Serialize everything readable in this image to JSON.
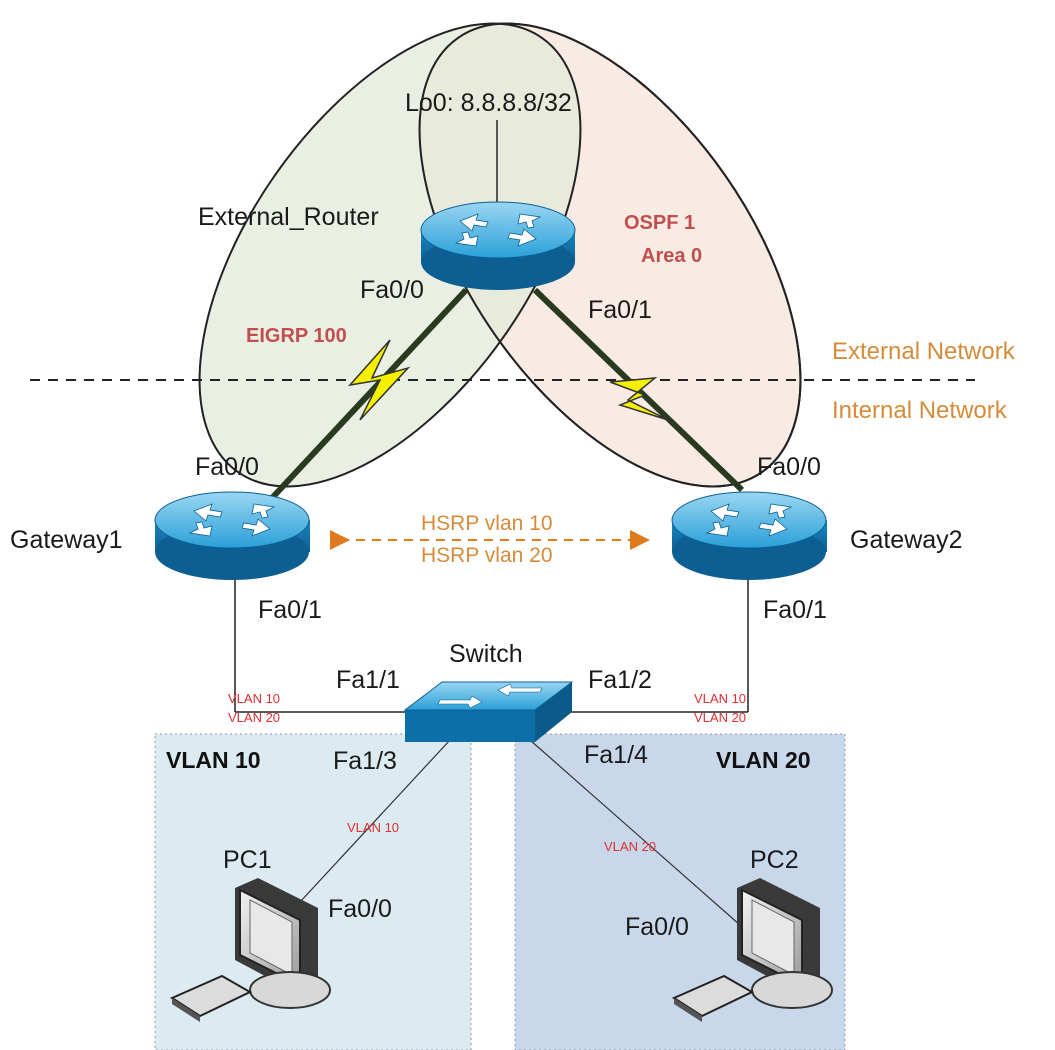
{
  "labels": {
    "loopback": "Lo0: 8.8.8.8/32",
    "external_router": "External_Router",
    "ext_fa00": "Fa0/0",
    "ext_fa01": "Fa0/1",
    "ospf": "OSPF  1",
    "ospf_area": "Area 0",
    "eigrp": "EIGRP 100",
    "external_network": "External Network",
    "internal_network": "Internal Network",
    "gw1_name": "Gateway1",
    "gw1_fa00": "Fa0/0",
    "gw1_fa01": "Fa0/1",
    "gw2_name": "Gateway2",
    "gw2_fa00": "Fa0/0",
    "gw2_fa01": "Fa0/1",
    "hsrp10": "HSRP vlan 10",
    "hsrp20": "HSRP vlan 20",
    "switch_name": "Switch",
    "sw_fa11": "Fa1/1",
    "sw_fa12": "Fa1/2",
    "sw_fa13": "Fa1/3",
    "sw_fa14": "Fa1/4",
    "trunk_left_vlan10": "VLAN 10",
    "trunk_left_vlan20": "VLAN 20",
    "trunk_right_vlan10": "VLAN 10",
    "trunk_right_vlan20": "VLAN 20",
    "vlan10_box": "VLAN 10",
    "vlan20_box": "VLAN 20",
    "pc1_link_vlan": "VLAN 10",
    "pc2_link_vlan": "VLAN 20",
    "pc1_name": "PC1",
    "pc1_fa00": "Fa0/0",
    "pc2_name": "PC2",
    "pc2_fa00": "Fa0/0"
  },
  "colors": {
    "eigrp_area": "#e3e9d9",
    "ospf_area": "#f6e4da",
    "vlan10_area": "#dcebf1",
    "vlan20_area": "#c9d7ea",
    "router_blue": "#1a8fc9",
    "link_bolt": "#f5f000",
    "hsrp_arrow": "#e07a1f"
  }
}
